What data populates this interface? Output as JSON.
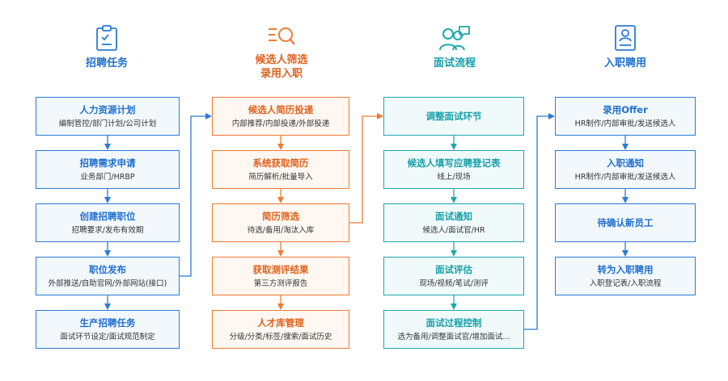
{
  "colors": {
    "blue": "#2b7bd8",
    "orange": "#ef7b33",
    "teal": "#1ea7b0"
  },
  "columns": [
    {
      "title": "招聘任务",
      "icon": "clipboard-check-icon",
      "boxes": [
        {
          "title": "人力资源计划",
          "sub": "编制管控/部门计划/公司计划"
        },
        {
          "title": "招聘需求申请",
          "sub": "业务部门/HRBP"
        },
        {
          "title": "创建招聘职位",
          "sub": "招聘要求/发布有效期"
        },
        {
          "title": "职位发布",
          "sub": "外部推送/自助官网/外部网站(接口)"
        },
        {
          "title": "生产招聘任务",
          "sub": "面试环节设定/面试规范制定"
        }
      ]
    },
    {
      "title": "候选人筛选",
      "title2": "录用入职",
      "icon": "search-list-icon",
      "boxes": [
        {
          "title": "候选人简历投递",
          "sub": "内部推荐/内部投递/外部投递"
        },
        {
          "title": "系统获取简历",
          "sub": "简历解析/批量导入"
        },
        {
          "title": "简历筛选",
          "sub": "待选/备用/淘汰入库"
        },
        {
          "title": "获取测评结果",
          "sub": "第三方测评报告"
        },
        {
          "title": "人才库管理",
          "sub": "分级/分类/标签/搜索/面试历史"
        }
      ]
    },
    {
      "title": "面试流程",
      "icon": "interview-people-icon",
      "boxes": [
        {
          "title": "调整面试环节",
          "sub": ""
        },
        {
          "title": "候选人填写应聘登记表",
          "sub": "线上/现场"
        },
        {
          "title": "面试通知",
          "sub": "候选人/面试官/HR"
        },
        {
          "title": "面试评估",
          "sub": "现场/视频/笔试/测评"
        },
        {
          "title": "面试过程控制",
          "sub": "选为备用/调整面试官/增加面试..."
        }
      ]
    },
    {
      "title": "入职聘用",
      "icon": "id-card-icon",
      "boxes": [
        {
          "title": "录用Offer",
          "sub": "HR制作/内部审批/发送候选人"
        },
        {
          "title": "入职通知",
          "sub": "HR制作/内部审批/发送候选人"
        },
        {
          "title": "待确认新员工",
          "sub": ""
        },
        {
          "title": "转为入职聘用",
          "sub": "入职登记表/入职流程"
        }
      ]
    }
  ]
}
